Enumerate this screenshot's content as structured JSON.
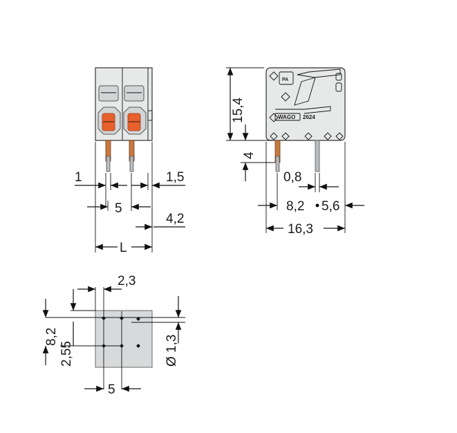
{
  "front_view": {
    "dim_left_pin": "1",
    "dim_right_side": "1,5",
    "dim_pitch": "5",
    "dim_right_offset": "4,2",
    "dim_length": "L"
  },
  "side_view": {
    "dim_height": "15,4",
    "dim_pin_length": "4",
    "dim_pin_width": "0,8",
    "dim_left_pin_offset": "8,2",
    "dim_right_pin_offset": "5,6",
    "dim_depth": "16,3",
    "logo_text": "WAGO",
    "part_number": "2624",
    "pa_label": "PA"
  },
  "footprint": {
    "dim_offset": "2,3",
    "dim_row_spacing_outer": "8,2",
    "dim_row_spacing_inner": "2,55",
    "dim_hole_diameter": "Ø 1,3",
    "dim_pitch": "5"
  }
}
